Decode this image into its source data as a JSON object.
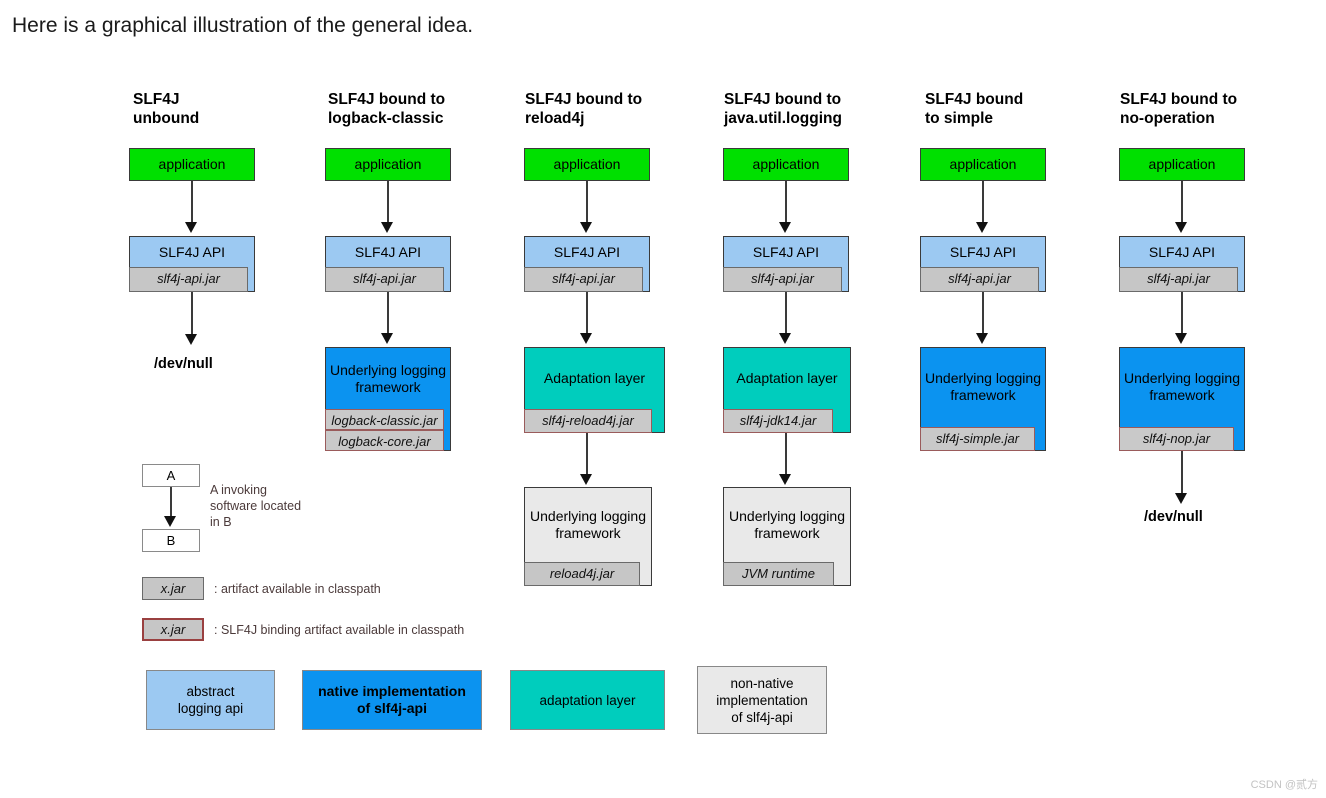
{
  "intro": "Here is a graphical illustration of the general idea.",
  "watermark": "CSDN @贰方",
  "colors": {
    "application_green": "#00e000",
    "abstract_api_blue": "#9cc9f2",
    "native_impl_blue": "#0b93f0",
    "adaptation_teal": "#00cdbd",
    "non_native_gray": "#e9e9e9",
    "jar_gray": "#c6c6c6",
    "binding_border": "#9a4040",
    "legend_text": "#4b3a3a"
  },
  "columns": [
    {
      "title": "SLF4J\nunbound",
      "application": "application",
      "api": "SLF4J API",
      "api_jar": "slf4j-api.jar",
      "terminal": "/dev/null",
      "impl": null,
      "impl_jars": [],
      "under": null,
      "under_jar": null
    },
    {
      "title": "SLF4J bound to\nlogback-classic",
      "application": "application",
      "api": "SLF4J API",
      "api_jar": "slf4j-api.jar",
      "terminal": null,
      "impl": "Underlying logging framework",
      "impl_jars": [
        "logback-classic.jar",
        "logback-core.jar"
      ],
      "under": null,
      "under_jar": null
    },
    {
      "title": "SLF4J bound to\nreload4j",
      "application": "application",
      "api": "SLF4J API",
      "api_jar": "slf4j-api.jar",
      "terminal": null,
      "impl": "Adaptation layer",
      "impl_jars": [
        "slf4j-reload4j.jar"
      ],
      "under": "Underlying logging framework",
      "under_jar": "reload4j.jar"
    },
    {
      "title": "SLF4J bound to\njava.util.logging",
      "application": "application",
      "api": "SLF4J API",
      "api_jar": "slf4j-api.jar",
      "terminal": null,
      "impl": "Adaptation layer",
      "impl_jars": [
        "slf4j-jdk14.jar"
      ],
      "under": "Underlying logging framework",
      "under_jar": "JVM runtime"
    },
    {
      "title": "SLF4J bound\nto simple",
      "application": "application",
      "api": "SLF4J API",
      "api_jar": "slf4j-api.jar",
      "terminal": null,
      "impl": "Underlying logging framework",
      "impl_jars": [
        "slf4j-simple.jar"
      ],
      "under": null,
      "under_jar": null
    },
    {
      "title": "SLF4J bound to\nno-operation",
      "application": "application",
      "api": "SLF4J API",
      "api_jar": "slf4j-api.jar",
      "terminal": "/dev/null",
      "impl": "Underlying logging framework",
      "impl_jars": [
        "slf4j-nop.jar"
      ],
      "under": null,
      "under_jar": null
    }
  ],
  "legend": {
    "node_a": "A",
    "node_b": "B",
    "arrow_caption": "A invoking\nsoftware located\nin B",
    "jar_sample": "x.jar",
    "jar_caption": ": artifact available in classpath",
    "binding_sample": "x.jar",
    "binding_caption": ": SLF4J binding artifact available in classpath",
    "swatches": [
      {
        "label": "abstract\nlogging api",
        "kind": "lightblue",
        "bold": false
      },
      {
        "label": "native implementation\nof slf4j-api",
        "kind": "vividblue",
        "bold": true
      },
      {
        "label": "adaptation layer",
        "kind": "teal",
        "bold": false
      },
      {
        "label": "non-native\nimplementation\nof slf4j-api",
        "kind": "graybox",
        "bold": false
      }
    ]
  }
}
